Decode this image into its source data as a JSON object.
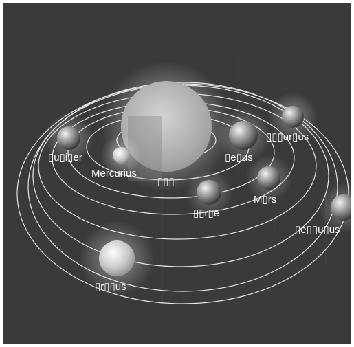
{
  "diagram": {
    "colors": {
      "background": "#3a3a3a",
      "orbit": "#e6e6e6",
      "glow": "#ffffff",
      "label": "#ffffff"
    },
    "bodies": [
      {
        "key": "sun",
        "label": "▯▯▯"
      },
      {
        "key": "mercurius",
        "label": "Mercurius"
      },
      {
        "key": "venus",
        "label": "▯e▯us"
      },
      {
        "key": "terra",
        "label": "▯▯r▯e"
      },
      {
        "key": "mars",
        "label": "M▯rs"
      },
      {
        "key": "jupiter",
        "label": "▯u▯i▯er"
      },
      {
        "key": "saturnus",
        "label": "▯▯▯ur▯us"
      },
      {
        "key": "uranus",
        "label": "▯r▯▯us"
      },
      {
        "key": "neptunus",
        "label": "▯e▯▯u▯us"
      }
    ]
  }
}
